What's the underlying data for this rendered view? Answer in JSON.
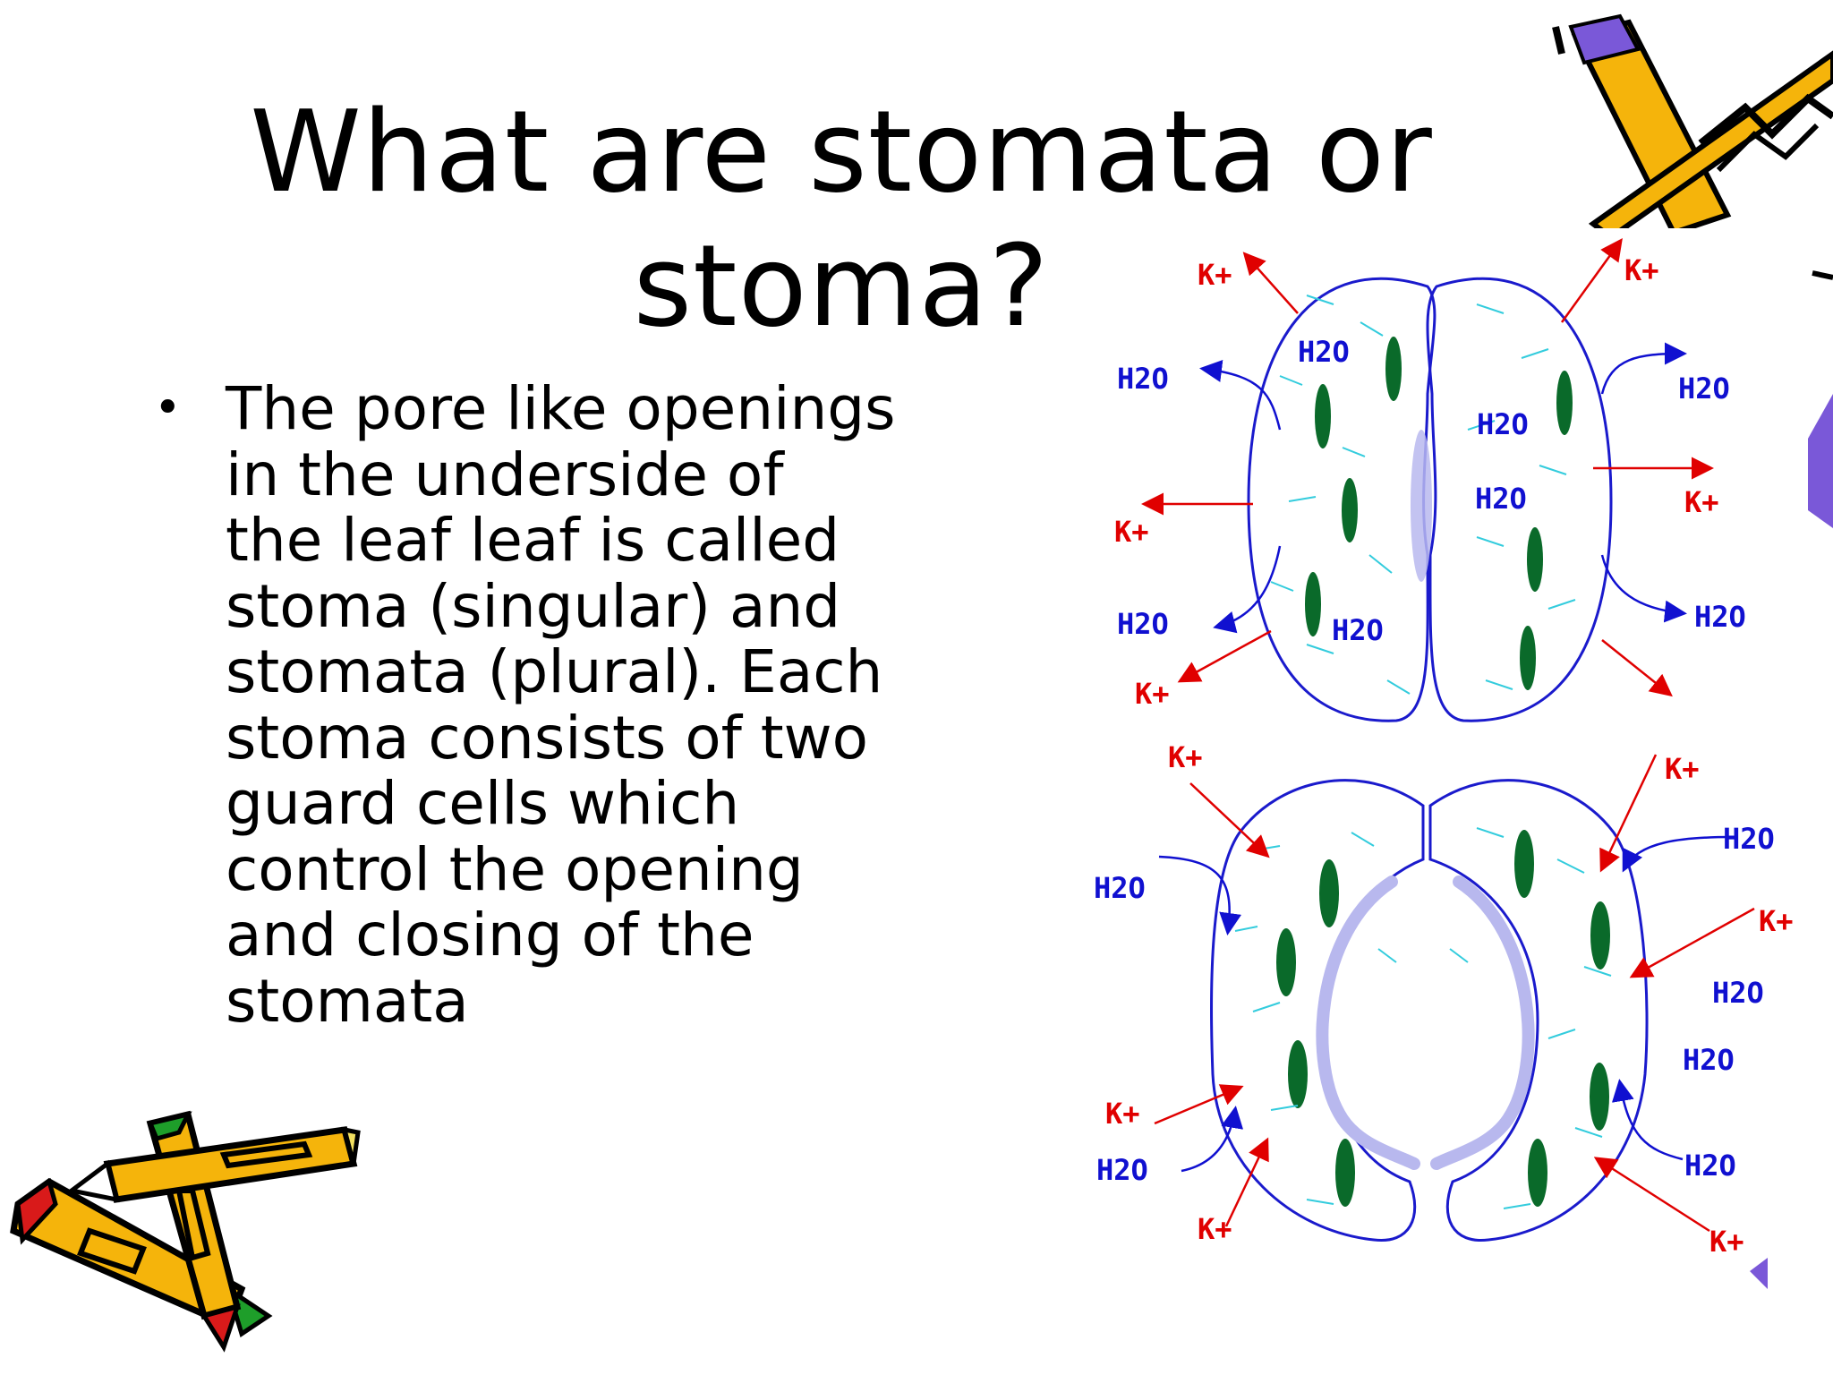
{
  "slide": {
    "title": "What are stomata or stoma?",
    "bullet_symbol": "•",
    "bullet_text": "The pore like openings\nin the underside of\nthe leaf leaf is called\nstoma (singular) and\nstomata (plural). Each\nstoma consists of two\nguard cells which\ncontrol the opening\nand closing  of the\nstomata"
  },
  "diagram": {
    "labels": {
      "water": "H2O",
      "potassium": "K+"
    },
    "colors": {
      "cell_outline": "#1a1acc",
      "water_arrow": "#1010d0",
      "potassium_arrow": "#e00000",
      "chloroplast": "#0a6a2a",
      "vacuole_lines": "#33ccdd",
      "pore": "#b8b8ee"
    }
  },
  "decor": {
    "pencil_colors": [
      "#f5b40b",
      "#d91a1a",
      "#1e9e2a",
      "#7a58d8"
    ]
  }
}
